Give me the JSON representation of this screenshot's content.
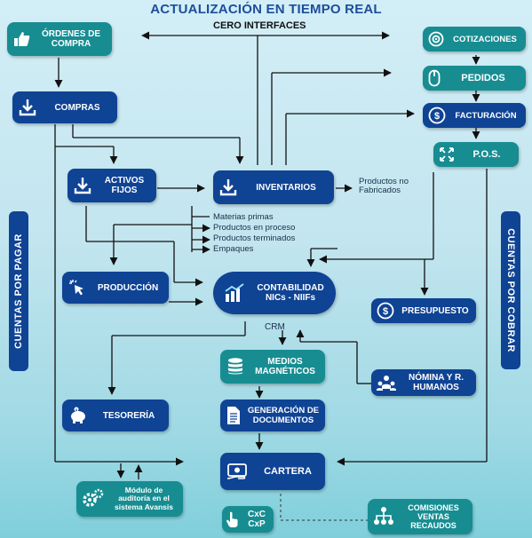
{
  "title": "ACTUALIZACIÓN EN TIEMPO REAL",
  "cero_interfaces": "CERO INTERFACES",
  "left_vertical": "CUENTAS POR PAGAR",
  "right_vertical": "CUENTAS POR COBRAR",
  "nodes": {
    "ordenes": "ÓRDENES DE COMPRA",
    "compras": "COMPRAS",
    "cotizaciones": "COTIZACIONES",
    "pedidos": "PEDIDOS",
    "facturacion": "FACTURACIÓN",
    "pos": "P.O.S.",
    "activos": "ACTIVOS FIJOS",
    "inventarios": "INVENTARIOS",
    "produccion": "PRODUCCIÓN",
    "contabilidad": "CONTABILIDAD NICs - NIIFs",
    "presupuesto": "PRESUPUESTO",
    "medios": "MEDIOS MAGNÉTICOS",
    "nomina": "NÓMINA Y R. HUMANOS",
    "tesoreria": "TESORERÍA",
    "generacion": "GENERACIÓN DE DOCUMENTOS",
    "cartera": "CARTERA",
    "modulo": "Módulo de auditoría en el sistema Avansis",
    "cxc": "CxC CxP",
    "comisiones": "COMISIONES VENTAS RECAUDOS"
  },
  "productos_no_fabricados": "Productos no Fabricados",
  "crm": "CRM",
  "inventory_types": [
    "Materias primas",
    "Productos en proceso",
    "Productos terminados",
    "Empaques"
  ],
  "colors": {
    "navy": "#0f4394",
    "teal": "#178d92",
    "line": "#111111"
  }
}
